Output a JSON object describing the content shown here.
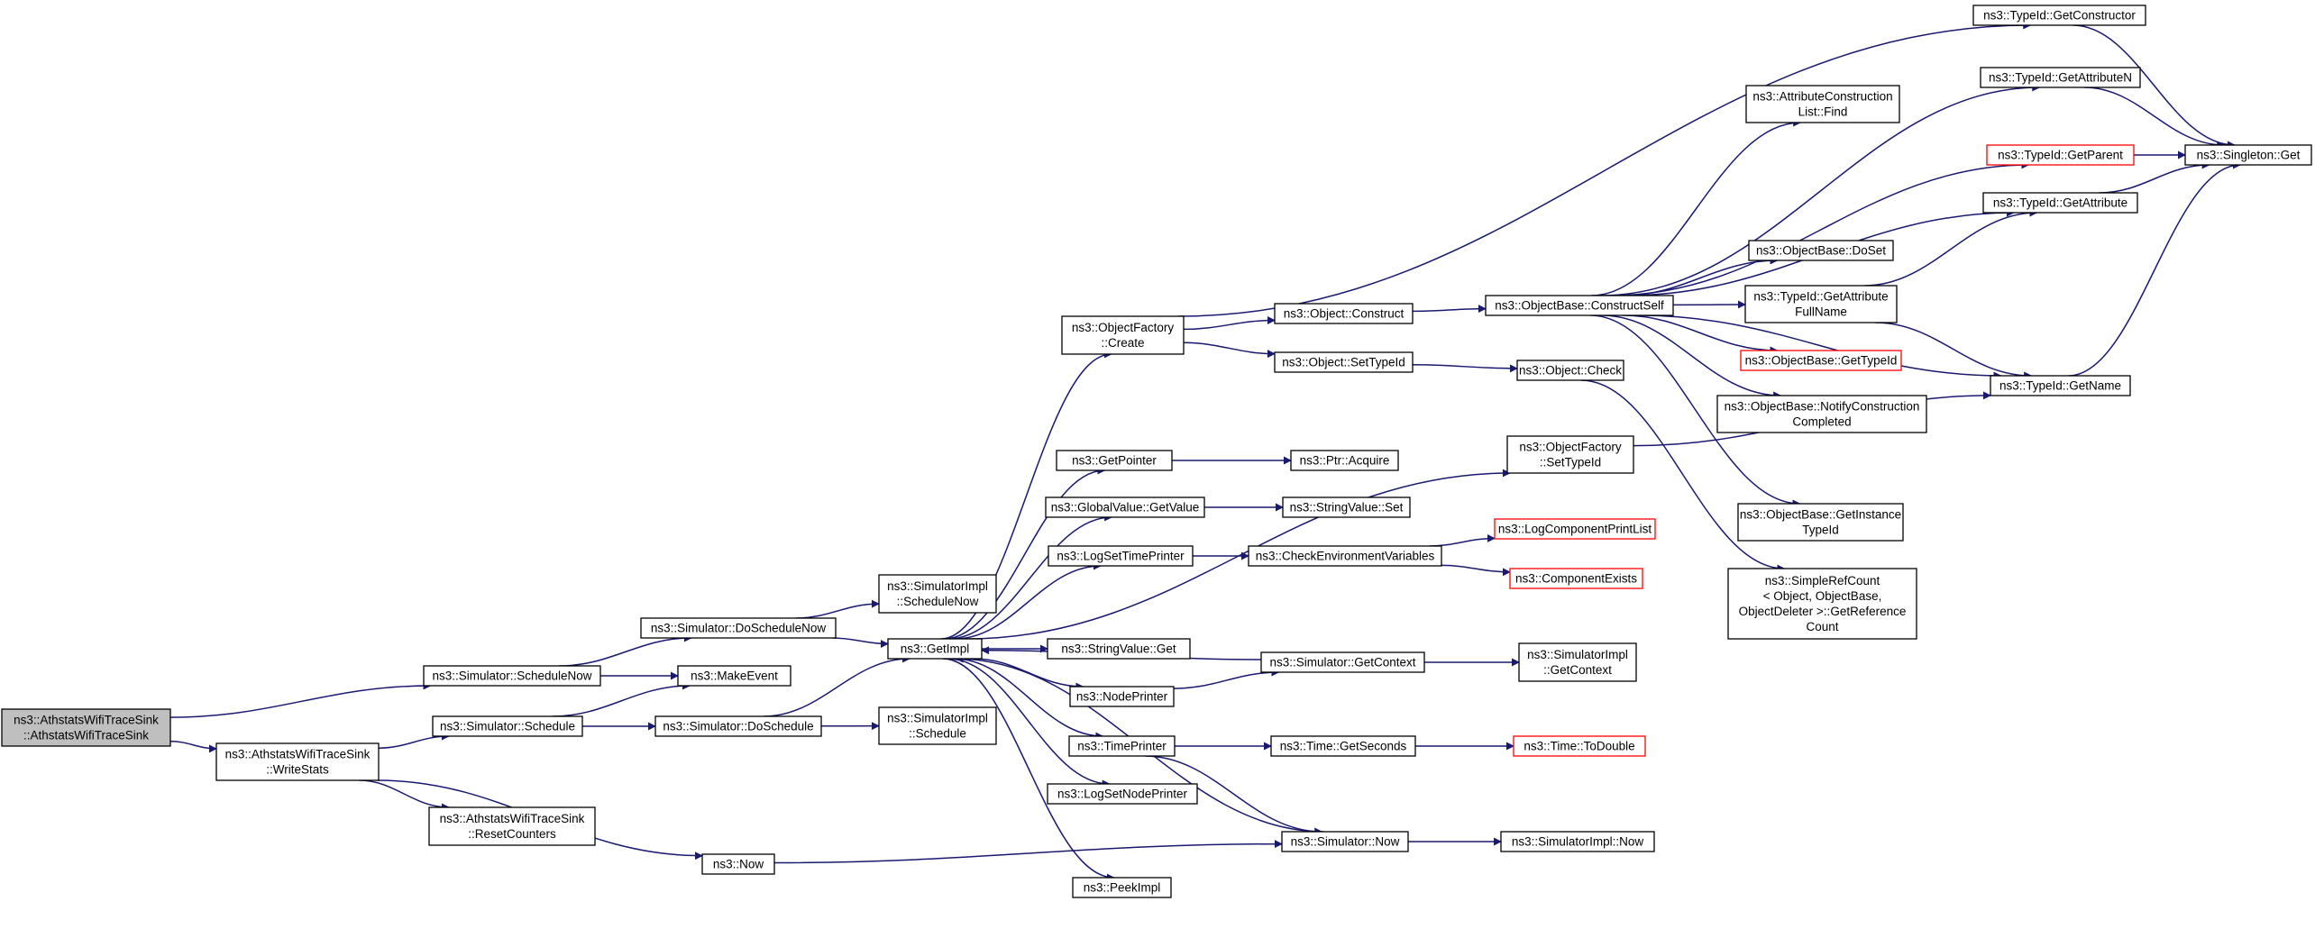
{
  "graph": {
    "edge_color": "#191970",
    "root_fill": "#bfbfbf",
    "truncated_border_color": "#ff0000",
    "nodes": [
      {
        "id": "root",
        "lines": [
          "ns3::AthstatsWifiTraceSink",
          "::AthstatsWifiTraceSink"
        ],
        "kind": "root"
      },
      {
        "id": "schedNowSim",
        "lines": [
          "ns3::Simulator::ScheduleNow"
        ]
      },
      {
        "id": "writeStats",
        "lines": [
          "ns3::AthstatsWifiTraceSink",
          "::WriteStats"
        ]
      },
      {
        "id": "doScheduleNow",
        "lines": [
          "ns3::Simulator::DoScheduleNow"
        ]
      },
      {
        "id": "makeEvent",
        "lines": [
          "ns3::MakeEvent"
        ]
      },
      {
        "id": "simSchedule",
        "lines": [
          "ns3::Simulator::Schedule"
        ]
      },
      {
        "id": "resetCounters",
        "lines": [
          "ns3::AthstatsWifiTraceSink",
          "::ResetCounters"
        ]
      },
      {
        "id": "ns3Now",
        "lines": [
          "ns3::Now"
        ]
      },
      {
        "id": "implScheduleNow",
        "lines": [
          "ns3::SimulatorImpl",
          "::ScheduleNow"
        ]
      },
      {
        "id": "getImpl",
        "lines": [
          "ns3::GetImpl"
        ]
      },
      {
        "id": "doSchedule",
        "lines": [
          "ns3::Simulator::DoSchedule"
        ]
      },
      {
        "id": "implSchedule",
        "lines": [
          "ns3::SimulatorImpl",
          "::Schedule"
        ]
      },
      {
        "id": "objFactoryCreate",
        "lines": [
          "ns3::ObjectFactory",
          "::Create"
        ]
      },
      {
        "id": "getPointer",
        "lines": [
          "ns3::GetPointer"
        ]
      },
      {
        "id": "globalGetValue",
        "lines": [
          "ns3::GlobalValue::GetValue"
        ]
      },
      {
        "id": "logSetTimePrinter",
        "lines": [
          "ns3::LogSetTimePrinter"
        ]
      },
      {
        "id": "stringValueGet",
        "lines": [
          "ns3::StringValue::Get"
        ]
      },
      {
        "id": "nodePrinter",
        "lines": [
          "ns3::NodePrinter"
        ]
      },
      {
        "id": "timePrinter",
        "lines": [
          "ns3::TimePrinter"
        ]
      },
      {
        "id": "logSetNodePrinter",
        "lines": [
          "ns3::LogSetNodePrinter"
        ]
      },
      {
        "id": "peekImpl",
        "lines": [
          "ns3::PeekImpl"
        ]
      },
      {
        "id": "objectConstruct",
        "lines": [
          "ns3::Object::Construct"
        ]
      },
      {
        "id": "objectSetTypeId",
        "lines": [
          "ns3::Object::SetTypeId"
        ]
      },
      {
        "id": "ptrAcquire",
        "lines": [
          "ns3::Ptr::Acquire"
        ]
      },
      {
        "id": "stringValueSet",
        "lines": [
          "ns3::StringValue::Set"
        ]
      },
      {
        "id": "checkEnvVars",
        "lines": [
          "ns3::CheckEnvironmentVariables"
        ]
      },
      {
        "id": "simGetContext",
        "lines": [
          "ns3::Simulator::GetContext"
        ]
      },
      {
        "id": "timeGetSeconds",
        "lines": [
          "ns3::Time::GetSeconds"
        ]
      },
      {
        "id": "simNow",
        "lines": [
          "ns3::Simulator::Now"
        ]
      },
      {
        "id": "constructSelf",
        "lines": [
          "ns3::ObjectBase::ConstructSelf"
        ]
      },
      {
        "id": "objectCheck",
        "lines": [
          "ns3::Object::Check"
        ]
      },
      {
        "id": "objFactorySetTypeId",
        "lines": [
          "ns3::ObjectFactory",
          "::SetTypeId"
        ]
      },
      {
        "id": "logCompPrintList",
        "lines": [
          "ns3::LogComponentPrintList"
        ],
        "kind": "red"
      },
      {
        "id": "componentExists",
        "lines": [
          "ns3::ComponentExists"
        ],
        "kind": "red"
      },
      {
        "id": "implGetContext",
        "lines": [
          "ns3::SimulatorImpl",
          "::GetContext"
        ]
      },
      {
        "id": "timeToDouble",
        "lines": [
          "ns3::Time::ToDouble"
        ],
        "kind": "red"
      },
      {
        "id": "implNow",
        "lines": [
          "ns3::SimulatorImpl::Now"
        ]
      },
      {
        "id": "attrConstructionFind",
        "lines": [
          "ns3::AttributeConstruction",
          "List::Find"
        ]
      },
      {
        "id": "objBaseDoSet",
        "lines": [
          "ns3::ObjectBase::DoSet"
        ]
      },
      {
        "id": "getAttributeFullName",
        "lines": [
          "ns3::TypeId::GetAttribute",
          "FullName"
        ]
      },
      {
        "id": "objBaseGetTypeId",
        "lines": [
          "ns3::ObjectBase::GetTypeId"
        ],
        "kind": "red"
      },
      {
        "id": "notifyConstruction",
        "lines": [
          "ns3::ObjectBase::NotifyConstruction",
          "Completed"
        ]
      },
      {
        "id": "getInstanceTypeId",
        "lines": [
          "ns3::ObjectBase::GetInstance",
          "TypeId"
        ]
      },
      {
        "id": "simpleRefCount",
        "lines": [
          "ns3::SimpleRefCount",
          "< Object, ObjectBase,",
          "ObjectDeleter >::GetReference",
          "Count"
        ]
      },
      {
        "id": "getConstructor",
        "lines": [
          "ns3::TypeId::GetConstructor"
        ]
      },
      {
        "id": "getAttributeN",
        "lines": [
          "ns3::TypeId::GetAttributeN"
        ]
      },
      {
        "id": "getParent",
        "lines": [
          "ns3::TypeId::GetParent"
        ],
        "kind": "red"
      },
      {
        "id": "getAttribute",
        "lines": [
          "ns3::TypeId::GetAttribute"
        ]
      },
      {
        "id": "getName",
        "lines": [
          "ns3::TypeId::GetName"
        ]
      },
      {
        "id": "singletonGet",
        "lines": [
          "ns3::Singleton::Get"
        ]
      }
    ],
    "edges": [
      [
        "root",
        "schedNowSim"
      ],
      [
        "root",
        "writeStats"
      ],
      [
        "schedNowSim",
        "doScheduleNow"
      ],
      [
        "schedNowSim",
        "makeEvent"
      ],
      [
        "writeStats",
        "simSchedule"
      ],
      [
        "writeStats",
        "resetCounters"
      ],
      [
        "writeStats",
        "ns3Now"
      ],
      [
        "doScheduleNow",
        "implScheduleNow"
      ],
      [
        "doScheduleNow",
        "getImpl"
      ],
      [
        "simSchedule",
        "makeEvent"
      ],
      [
        "simSchedule",
        "doSchedule"
      ],
      [
        "ns3Now",
        "simNow"
      ],
      [
        "doSchedule",
        "getImpl"
      ],
      [
        "doSchedule",
        "implSchedule"
      ],
      [
        "getImpl",
        "objFactoryCreate"
      ],
      [
        "getImpl",
        "objFactorySetTypeId"
      ],
      [
        "getImpl",
        "getPointer"
      ],
      [
        "getImpl",
        "globalGetValue"
      ],
      [
        "getImpl",
        "logSetTimePrinter"
      ],
      [
        "getImpl",
        "stringValueGet"
      ],
      [
        "getImpl",
        "nodePrinter"
      ],
      [
        "getImpl",
        "timePrinter"
      ],
      [
        "getImpl",
        "logSetNodePrinter"
      ],
      [
        "getImpl",
        "peekImpl"
      ],
      [
        "simGetContext",
        "getImpl"
      ],
      [
        "simNow",
        "getImpl"
      ],
      [
        "objFactoryCreate",
        "getConstructor"
      ],
      [
        "objFactoryCreate",
        "objectConstruct"
      ],
      [
        "objFactoryCreate",
        "objectSetTypeId"
      ],
      [
        "getPointer",
        "ptrAcquire"
      ],
      [
        "globalGetValue",
        "stringValueSet"
      ],
      [
        "logSetTimePrinter",
        "checkEnvVars"
      ],
      [
        "nodePrinter",
        "simGetContext"
      ],
      [
        "timePrinter",
        "timeGetSeconds"
      ],
      [
        "timePrinter",
        "simNow"
      ],
      [
        "objectConstruct",
        "constructSelf"
      ],
      [
        "objectSetTypeId",
        "objectCheck"
      ],
      [
        "checkEnvVars",
        "logCompPrintList"
      ],
      [
        "checkEnvVars",
        "componentExists"
      ],
      [
        "simGetContext",
        "implGetContext"
      ],
      [
        "timeGetSeconds",
        "timeToDouble"
      ],
      [
        "simNow",
        "implNow"
      ],
      [
        "constructSelf",
        "attrConstructionFind"
      ],
      [
        "constructSelf",
        "objBaseDoSet"
      ],
      [
        "constructSelf",
        "getAttributeFullName"
      ],
      [
        "constructSelf",
        "objBaseGetTypeId"
      ],
      [
        "constructSelf",
        "notifyConstruction"
      ],
      [
        "constructSelf",
        "getInstanceTypeId"
      ],
      [
        "constructSelf",
        "getAttributeN"
      ],
      [
        "constructSelf",
        "getParent"
      ],
      [
        "constructSelf",
        "getAttribute"
      ],
      [
        "constructSelf",
        "getName"
      ],
      [
        "objectCheck",
        "simpleRefCount"
      ],
      [
        "objFactorySetTypeId",
        "getName"
      ],
      [
        "getAttributeFullName",
        "getAttribute"
      ],
      [
        "getAttributeFullName",
        "getName"
      ],
      [
        "getConstructor",
        "singletonGet"
      ],
      [
        "getAttributeN",
        "singletonGet"
      ],
      [
        "getParent",
        "singletonGet"
      ],
      [
        "getAttribute",
        "singletonGet"
      ],
      [
        "getName",
        "singletonGet"
      ]
    ]
  }
}
